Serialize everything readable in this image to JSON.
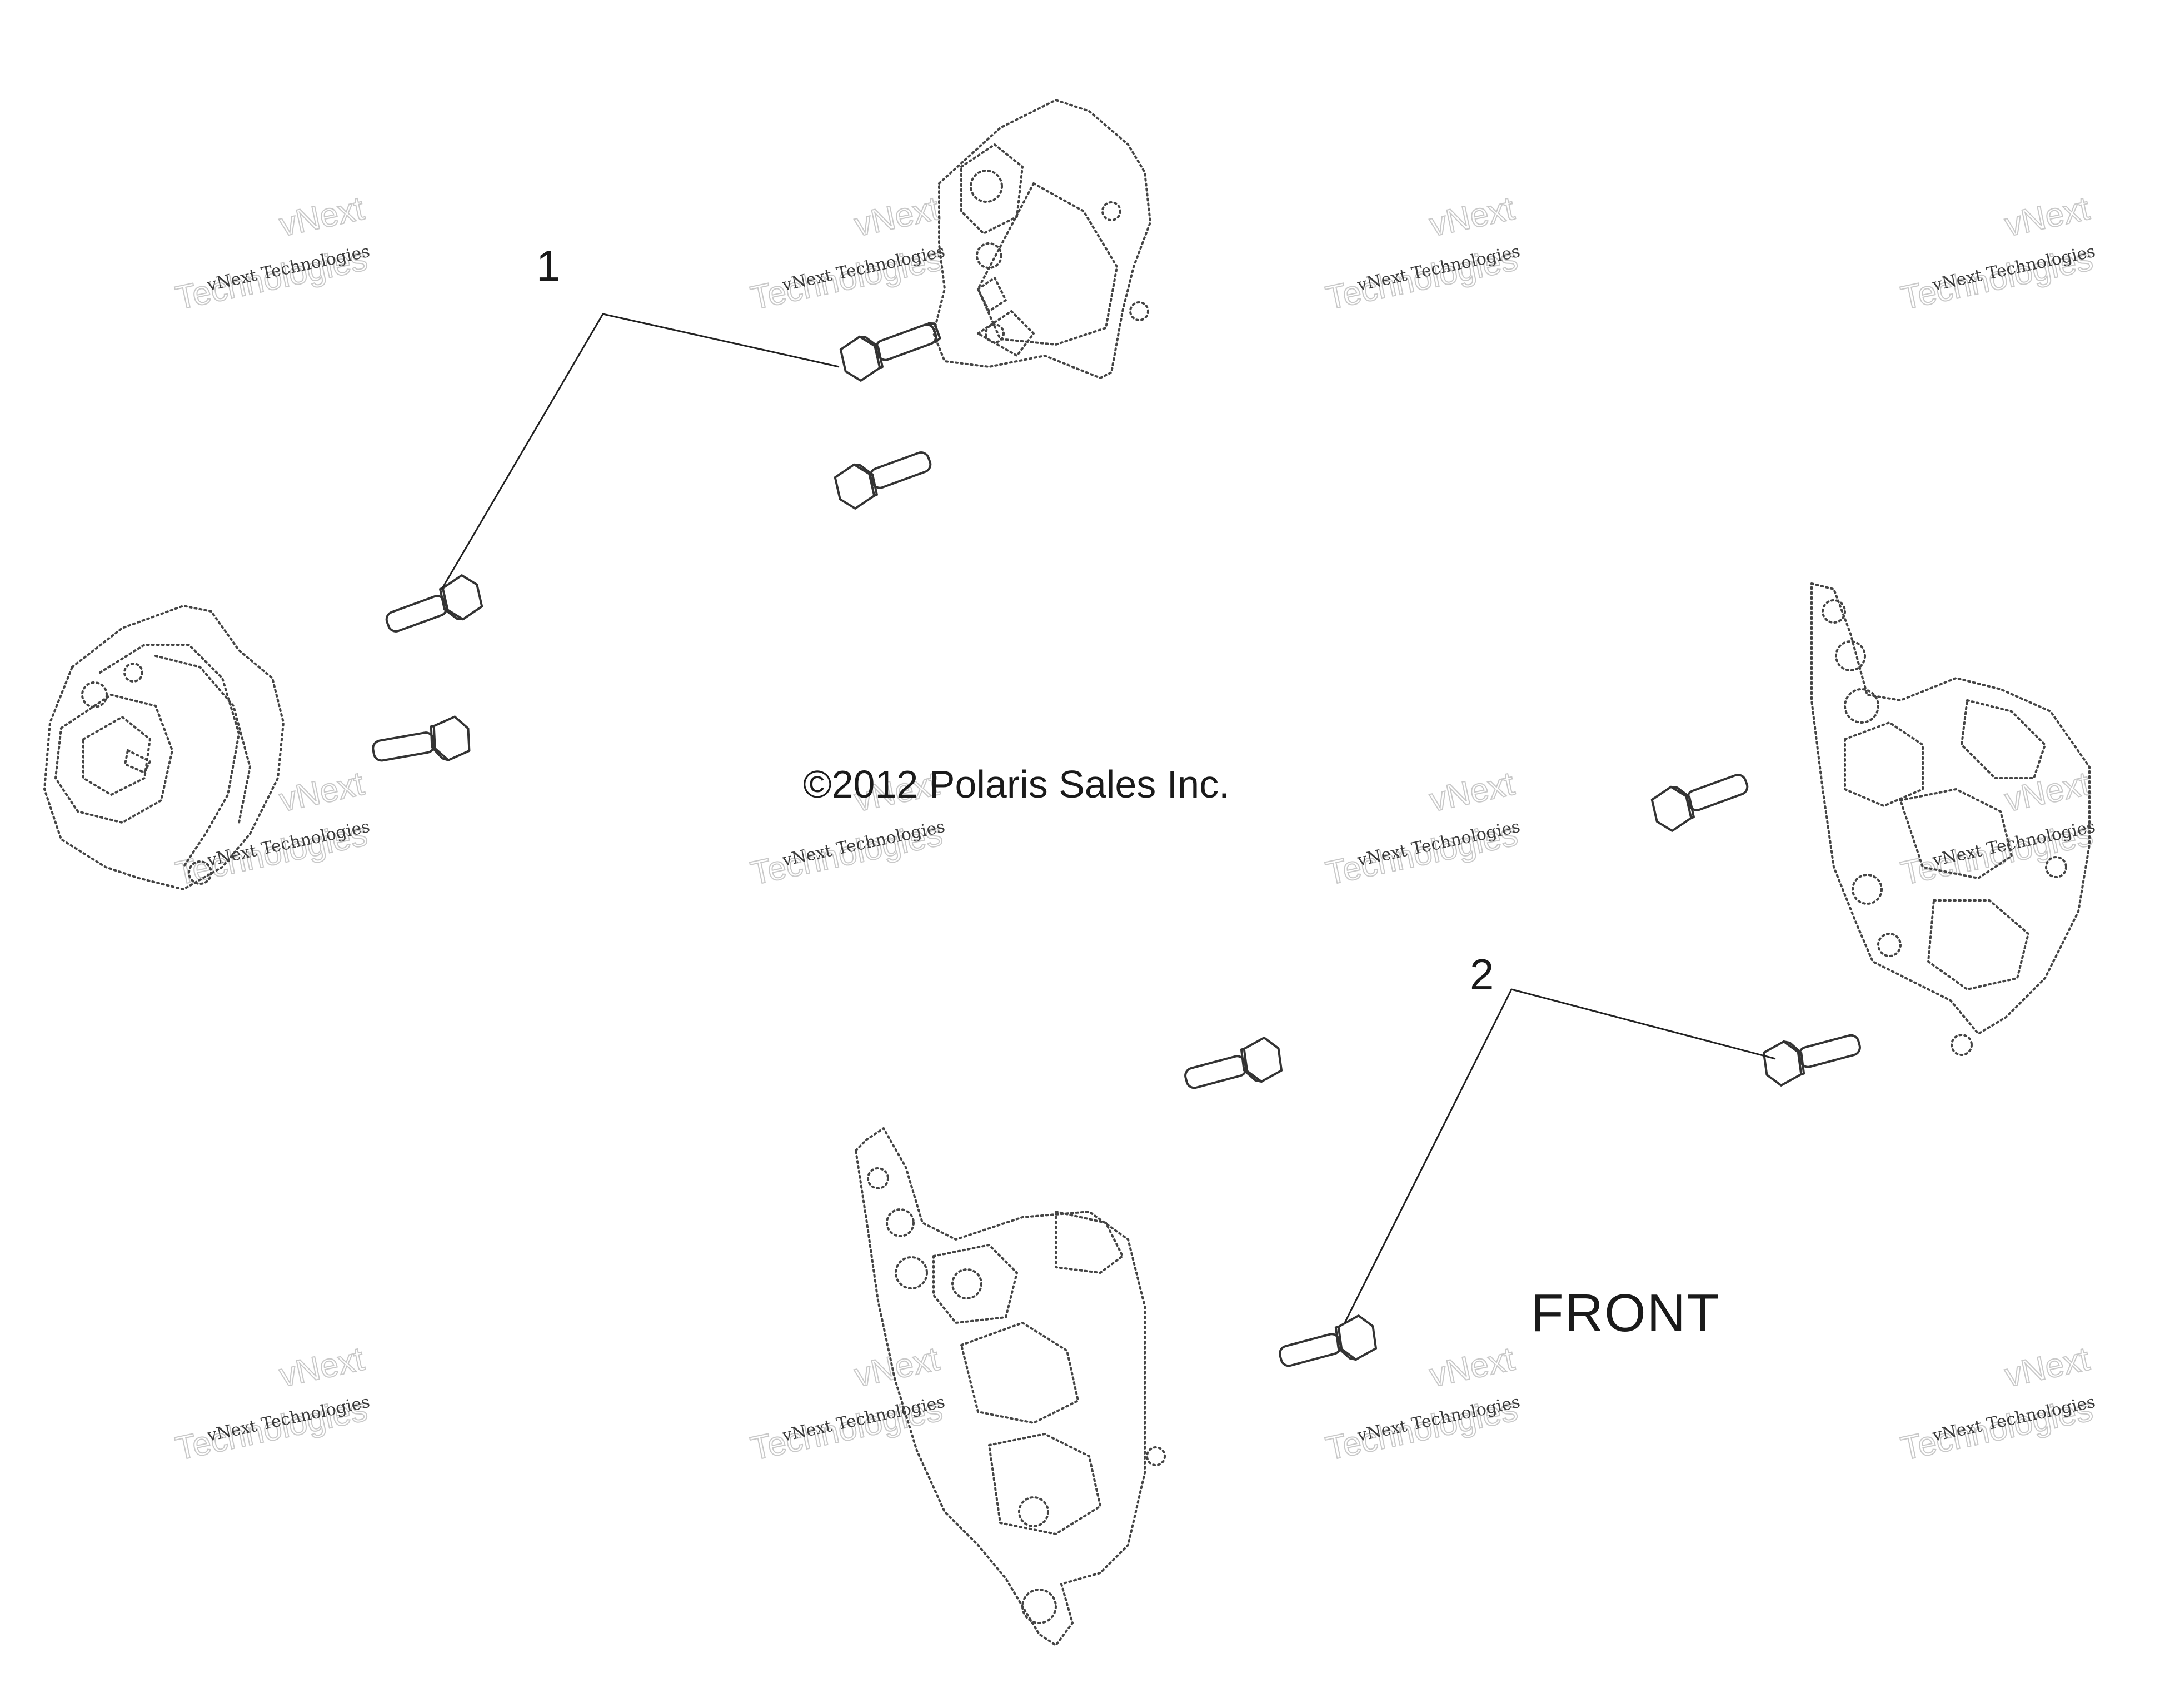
{
  "callouts": {
    "one": "1",
    "two": "2"
  },
  "front_label": "FRONT",
  "copyright": "©2012 Polaris Sales Inc.",
  "watermark": {
    "line1": "vNext Technologies",
    "line2": "vNext",
    "line3": "Technologies"
  }
}
